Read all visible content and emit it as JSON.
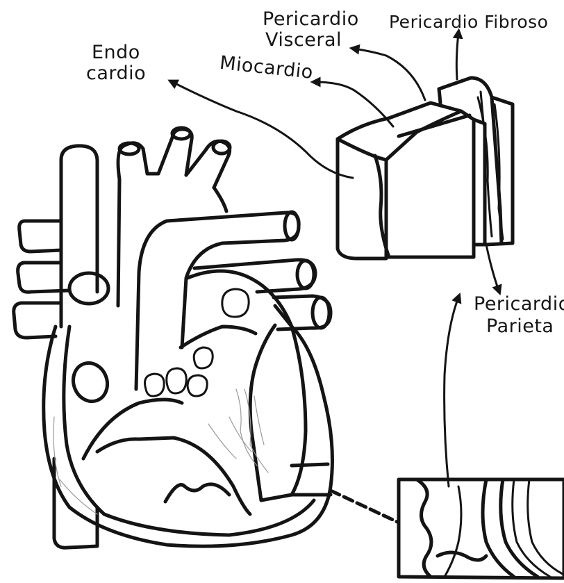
{
  "labels": {
    "endocardio_line1": "Endo",
    "endocardio_line2": "cardio",
    "miocardio": "Miocardio",
    "pericardio_visceral_line1": "Pericardio",
    "pericardio_visceral_line2": "Visceral",
    "pericardio_fibroso": "Pericardio Fibroso",
    "pericardio_parietal_line1": "Pericardio",
    "pericardio_parietal_line2": "Parieta"
  },
  "colors": {
    "ink": "#141414",
    "pencil": "#9a9a9a",
    "paper": "#ffffff"
  }
}
